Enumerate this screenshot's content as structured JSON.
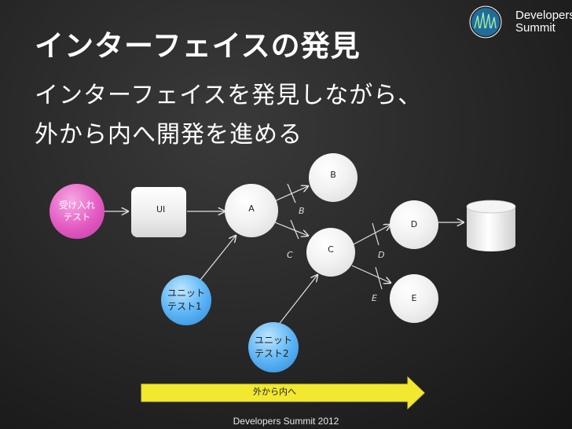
{
  "slide": {
    "title": "インターフェイスの発見",
    "subtitle_line1": "インターフェイスを発見しながら、",
    "subtitle_line2": "外から内へ開発を進める",
    "footer": "Developers Summit 2012"
  },
  "logo": {
    "line1": "Developers",
    "line2": "Summit"
  },
  "diagram": {
    "acceptance_test": [
      "受け入れ",
      "テスト"
    ],
    "ui": "UI",
    "a": "A",
    "b": "B",
    "c": "C",
    "d": "D",
    "e": "E",
    "unit_test1": [
      "ユニット",
      "テスト1"
    ],
    "unit_test2": [
      "ユニット",
      "テスト2"
    ],
    "iface_b": "B",
    "iface_c": "C",
    "iface_d": "D",
    "iface_e": "E",
    "direction_arrow": "外から内へ"
  },
  "colors": {
    "pink": "#e35ac3",
    "blue": "#4aa8f0",
    "arrow": "#f2e830"
  }
}
